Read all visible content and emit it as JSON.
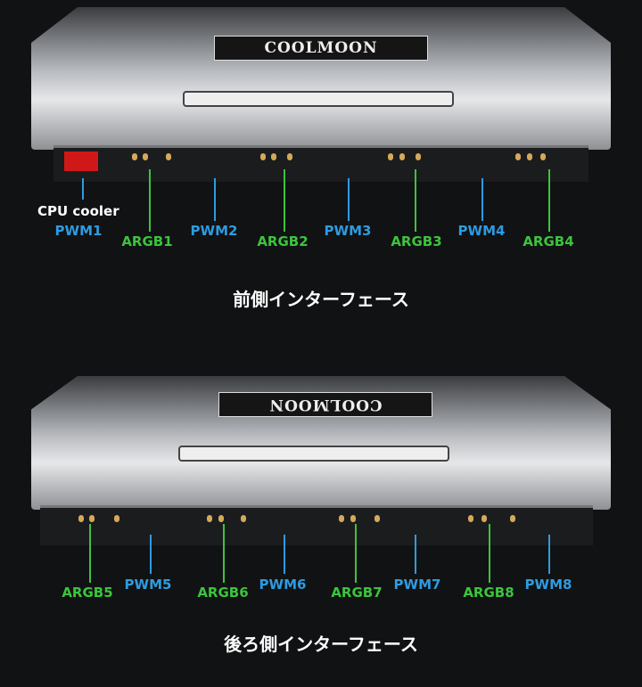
{
  "front": {
    "logo": "COOLMOON",
    "cpu_label": "CPU cooler",
    "title": "前側インターフェース",
    "ports": [
      "PWM1",
      "ARGB1",
      "PWM2",
      "ARGB2",
      "PWM3",
      "ARGB3",
      "PWM4",
      "ARGB4"
    ]
  },
  "rear": {
    "logo": "COOLMOON",
    "title": "後ろ側インターフェース",
    "ports": [
      "ARGB5",
      "PWM5",
      "ARGB6",
      "PWM6",
      "ARGB7",
      "PWM7",
      "ARGB8",
      "PWM8"
    ]
  },
  "colors": {
    "pwm": "#2e9be0",
    "argb": "#3cc43c"
  }
}
